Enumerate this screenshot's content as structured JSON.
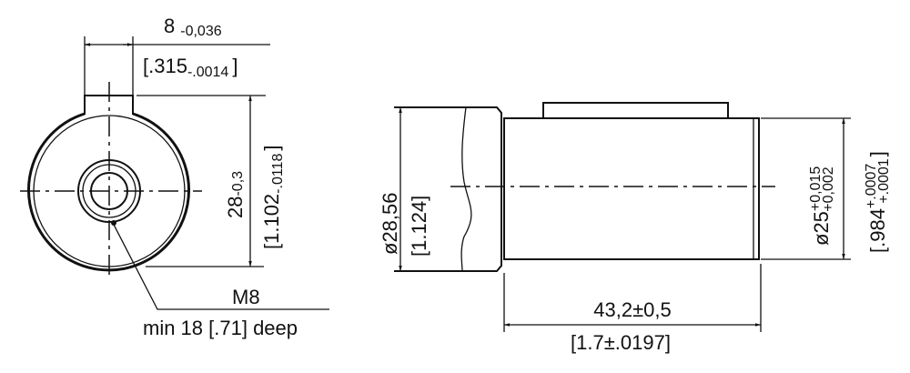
{
  "front_view": {
    "width_dim": {
      "main": "8",
      "tol": "-0,036",
      "imperial_main": "[.315",
      "imperial_tol": "-.0014",
      "imperial_close": "]"
    },
    "height_dim": {
      "main": "28",
      "tol": "-0,3",
      "imperial_main": "[1.102",
      "imperial_tol": "-.0118",
      "imperial_close": "]"
    },
    "thread_note": {
      "line1": "M8",
      "line2": "min 18 [.71] deep"
    }
  },
  "side_view": {
    "flange_dim": {
      "main": "ø28,56",
      "imperial": "[1.124]"
    },
    "shaft_dim": {
      "main": "ø25",
      "tol_upper": "+0,015",
      "tol_lower": "+0,002",
      "imperial_main": "[.984",
      "imperial_upper": "+.0007",
      "imperial_lower": "+.0001",
      "imperial_close": "]"
    },
    "length_dim": {
      "main": "43,2±0,5",
      "imperial": "[1.7±.0197]"
    }
  }
}
